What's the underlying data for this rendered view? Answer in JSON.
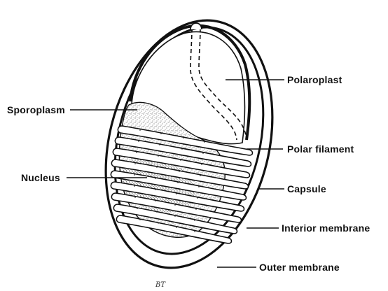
{
  "labels": {
    "polaroplast": "Polaroplast",
    "sporoplasm": "Sporoplasm",
    "polar_filament": "Polar filament",
    "nucleus": "Nucleus",
    "capsule": "Capsule",
    "interior_membrane": "Interior membrane",
    "outer_membrane": "Outer membrane"
  },
  "artist_mark": "BT",
  "colors": {
    "ink": "#111111",
    "background": "#ffffff"
  }
}
